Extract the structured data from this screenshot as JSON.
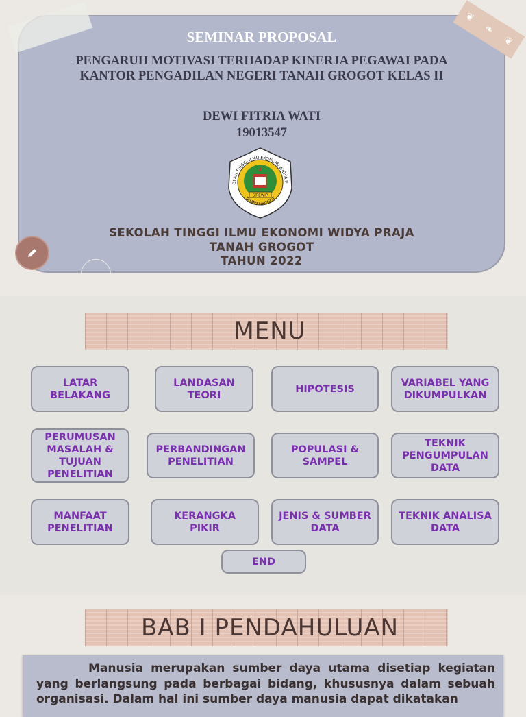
{
  "cover": {
    "heading": "SEMINAR PROPOSAL",
    "title_line1": "PENGARUH MOTIVASI TERHADAP KINERJA PEGAWAI PADA",
    "title_line2": "KANTOR PENGADILAN NEGERI TANAH GROGOT KELAS II",
    "author": "DEWI FITRIA WATI",
    "student_id": "19013547",
    "institution_line1": "SEKOLAH TINGGI ILMU EKONOMI WIDYA PRAJA",
    "institution_line2": "TANAH GROGOT",
    "institution_line3": "TAHUN 2022",
    "logo_text_top": "SEKOLAH TINGGI ILMU EKONOMI WIDYA PRAJA",
    "logo_text_bottom": "TANAH GROGOT",
    "logo_banner": "STIEWIP",
    "edit_icon": "pencil-icon"
  },
  "menu": {
    "title": "MENU",
    "buttons": [
      "LATAR BELAKANG",
      "LANDASAN TEORI",
      "HIPOTESIS",
      "VARIABEL YANG DIKUMPULKAN",
      "PERUMUSAN MASALAH & TUJUAN PENELITIAN",
      "PERBANDINGAN PENELITIAN",
      "POPULASI & SAMPEL",
      "TEKNIK PENGUMPULAN DATA",
      "MANFAAT PENELITIAN",
      "KERANGKA PIKIR",
      "JENIS & SUMBER DATA",
      "TEKNIK ANALISA DATA",
      "END"
    ]
  },
  "bab1": {
    "title": "BAB I PENDAHULUAN",
    "paragraph": "Manusia merupakan sumber daya utama disetiap kegiatan yang berlangsung pada berbagai bidang, khususnya dalam sebuah organisasi. Dalam hal ini sumber daya manusia dapat dikatakan"
  },
  "colors": {
    "background": "#ece9e4",
    "card": "#b3b7cc",
    "tape": "#e3c1b3",
    "button_text": "#7a2fb0"
  }
}
